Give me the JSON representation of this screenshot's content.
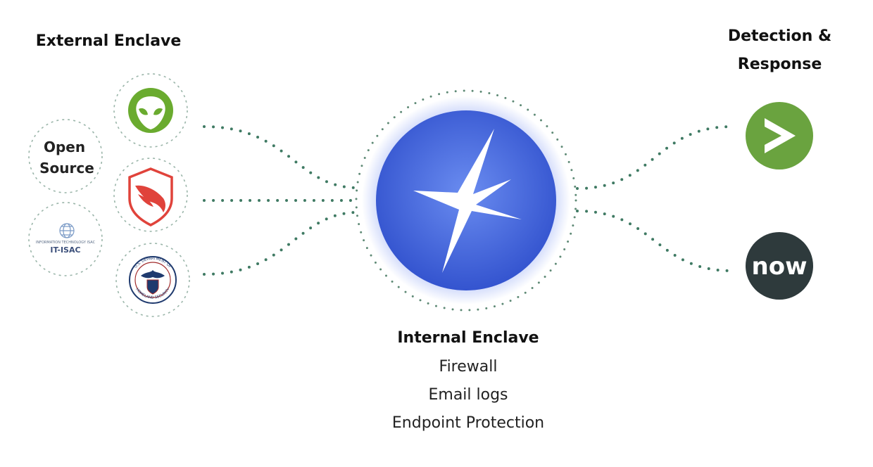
{
  "diagram": {
    "external": {
      "title": "External Enclave",
      "sources": [
        {
          "name": "Open Source",
          "lines": [
            "Open",
            "Source"
          ]
        },
        {
          "name": "IT-ISAC",
          "logo_text": "IT-ISAC",
          "small_text": "INFORMATION TECHNOLOGY ISAC"
        },
        {
          "name": "Alien logo",
          "icon": "alien-icon",
          "color": "#6aab2f"
        },
        {
          "name": "CrowdStrike logo",
          "icon": "falcon-shield-icon",
          "color": "#e0433b"
        },
        {
          "name": "DHS seal",
          "icon": "dhs-seal-icon",
          "seal_text_top": "U.S. DEPARTMENT OF",
          "seal_text_bottom": "HOMELAND SECURITY",
          "color": "#1f3a6e"
        }
      ]
    },
    "internal": {
      "title": "Internal Enclave",
      "items": [
        "Firewall",
        "Email logs",
        "Endpoint Protection"
      ],
      "hub_icon": "star-burst-icon",
      "hub_color": "#3d63d6"
    },
    "detection": {
      "title_lines": [
        "Detection &",
        "Response"
      ],
      "tools": [
        {
          "name": "Chevron logo",
          "icon": "chevron-right-icon",
          "color": "#6aa33f"
        },
        {
          "name": "ServiceNow logo",
          "logo_text": "now",
          "color": "#2e3a3c"
        }
      ]
    },
    "connector_color": "#3f7a63"
  }
}
